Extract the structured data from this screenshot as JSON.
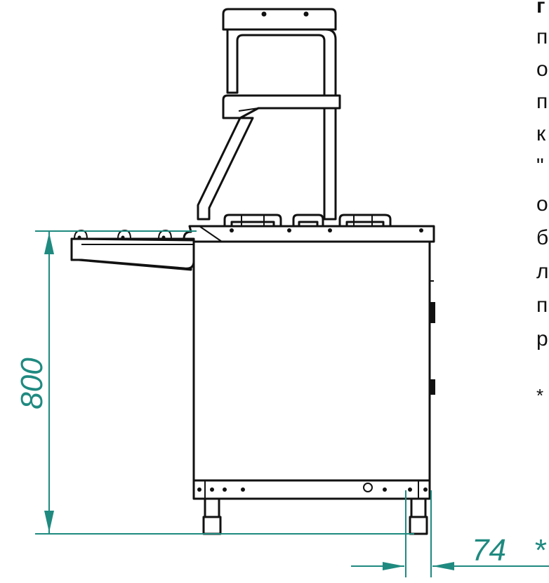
{
  "dimensions": {
    "height_label": "800",
    "foot_offset_label": "74",
    "foot_offset_star": "*"
  },
  "side_text": {
    "lines": [
      "г",
      "п",
      "о",
      "п",
      "к",
      "\"",
      "о",
      "б",
      "л",
      "п",
      "р"
    ],
    "footnote_star": "*"
  },
  "colors": {
    "dimension": "#1f8a80",
    "outline": "#111111"
  }
}
